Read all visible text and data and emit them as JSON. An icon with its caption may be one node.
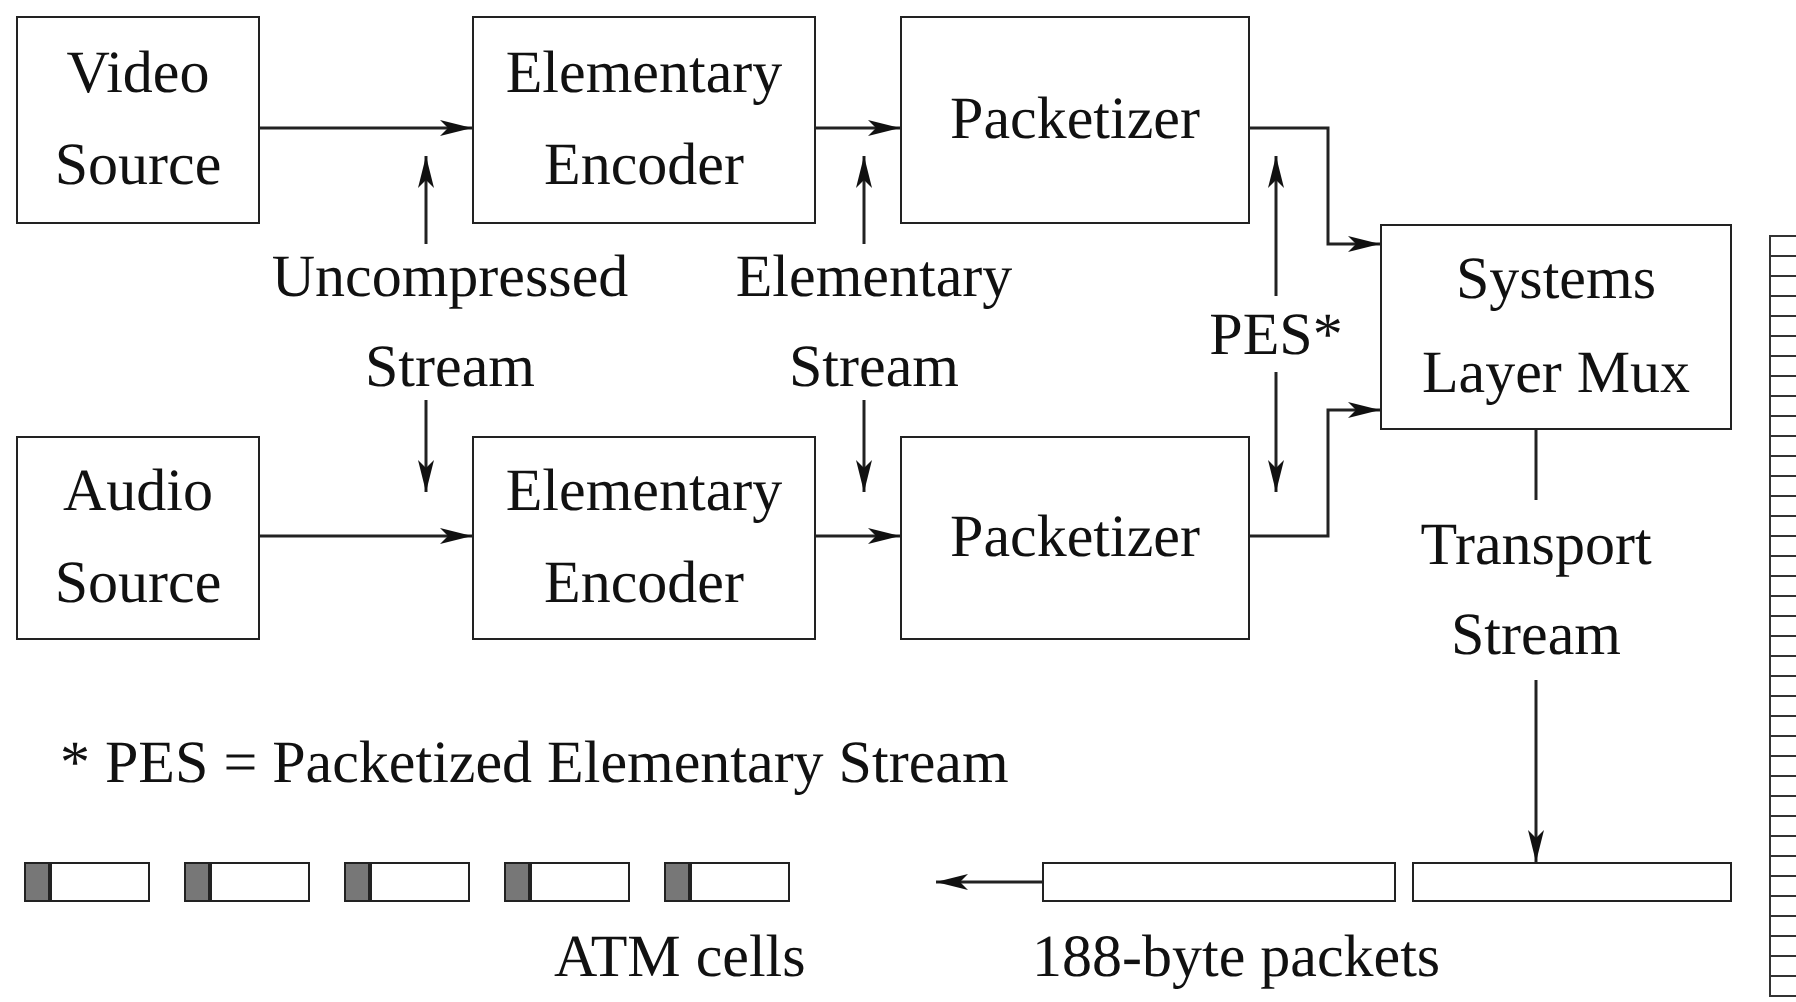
{
  "diagram": {
    "nodes": [
      {
        "text": [
          "Video Source"
        ]
      },
      {
        "text": [
          "Elementary Encoder"
        ]
      },
      {
        "text": [
          "Packetizer"
        ]
      },
      {
        "text": [
          "Audio Source"
        ]
      },
      {
        "text": [
          "Elementary Encoder"
        ]
      },
      {
        "text": [
          "Packetizer"
        ]
      },
      {
        "text": [
          "Systems Layer Mux"
        ]
      },
      {
        "text": [
          "Uncompressed Stream"
        ]
      },
      {
        "text": [
          "Elementary Stream"
        ]
      },
      {
        "text": [
          "PES*"
        ]
      },
      {
        "text": [
          "Transport Stream"
        ]
      },
      {
        "text": [],
        "shape": "bar"
      },
      {
        "text": [],
        "shape": "bar"
      },
      {
        "text": [],
        "shape": "bar"
      },
      {
        "text": [],
        "shape": "bar"
      },
      {
        "text": [],
        "shape": "bar"
      },
      {
        "text": [],
        "shape": "bar"
      },
      {
        "text": [],
        "shape": "bar"
      }
    ],
    "edges": [
      {
        "from": 0,
        "to": 1,
        "arrow": "to"
      },
      {
        "from": 1,
        "to": 2,
        "arrow": "to"
      },
      {
        "from": 3,
        "to": 4,
        "arrow": "to"
      },
      {
        "from": 4,
        "to": 5,
        "arrow": "to"
      },
      {
        "from": 2,
        "to": 6,
        "arrow": "to"
      },
      {
        "from": 5,
        "to": 6,
        "arrow": "to"
      },
      {
        "from": 6,
        "to": 10,
        "arrow": "none"
      },
      {
        "from": 10,
        "to": 17,
        "arrow": "to"
      },
      {
        "from": 7,
        "to": 1,
        "arrow": "to"
      },
      {
        "from": 7,
        "to": 4,
        "arrow": "to"
      },
      {
        "from": 8,
        "to": 2,
        "arrow": "to"
      },
      {
        "from": 8,
        "to": 5,
        "arrow": "to"
      },
      {
        "from": 9,
        "to": 2,
        "arrow": "to"
      },
      {
        "from": 9,
        "to": 5,
        "arrow": "to"
      },
      {
        "from": 16,
        "to": null,
        "arrow": "to"
      }
    ],
    "labels": [
      "* PES = Packetized Elementary Stream",
      "ATM cells",
      "188-byte packets"
    ]
  }
}
